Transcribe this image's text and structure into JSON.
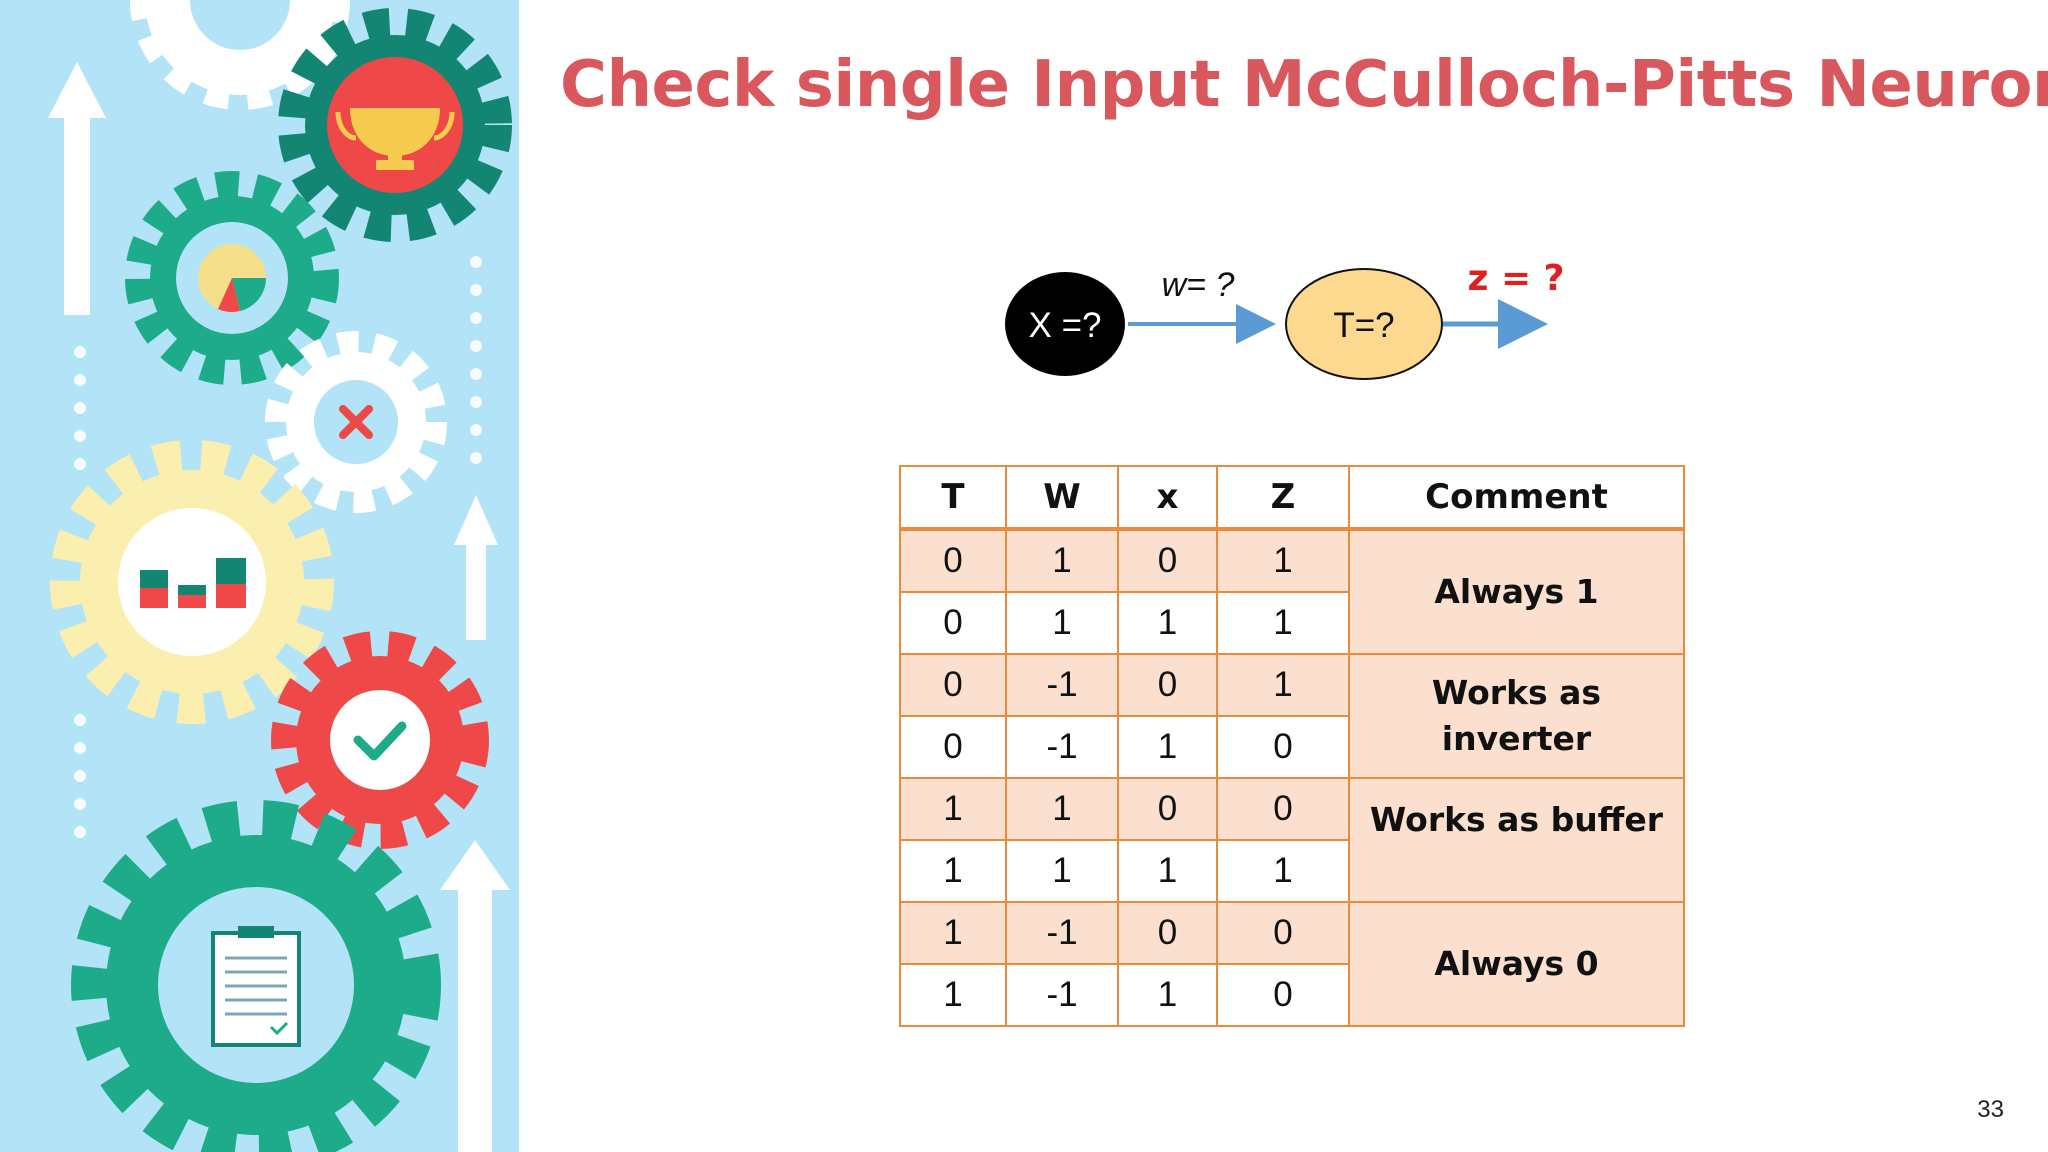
{
  "slide": {
    "title": "Check single Input McCulloch-Pitts Neuron",
    "page_number": "33"
  },
  "diagram": {
    "input_node_label": "X =?",
    "weight_label": "w= ?",
    "threshold_node_label": "T=?",
    "output_label": "z = ?"
  },
  "table": {
    "headers": [
      "T",
      "W",
      "x",
      "Z",
      "Comment"
    ],
    "rows": [
      [
        "0",
        "1",
        "0",
        "1"
      ],
      [
        "0",
        "1",
        "1",
        "1"
      ],
      [
        "0",
        "-1",
        "0",
        "1"
      ],
      [
        "0",
        "-1",
        "1",
        "0"
      ],
      [
        "1",
        "1",
        "0",
        "0"
      ],
      [
        "1",
        "1",
        "1",
        "1"
      ],
      [
        "1",
        "-1",
        "0",
        "0"
      ],
      [
        "1",
        "-1",
        "1",
        "0"
      ]
    ],
    "comments": [
      {
        "line1": "Always 1",
        "line2": ""
      },
      {
        "line1": "Works as",
        "line2": "inverter"
      },
      {
        "line1": "Works as buffer",
        "line2": ""
      },
      {
        "line1": "Always 0",
        "line2": ""
      }
    ]
  },
  "colors": {
    "title": "#d9585e",
    "table_border": "#e98b3c",
    "table_shade": "#fbe0d0",
    "arrow": "#5b9bd5",
    "output_label": "#e02020",
    "threshold_node_fill": "#fdd88f",
    "sidebar_bg": "#b3e3f6"
  },
  "icons": [
    "trophy-icon",
    "pie-chart-icon",
    "close-icon",
    "bar-chart-icon",
    "checkmark-icon",
    "clipboard-icon",
    "up-arrow-icon"
  ]
}
